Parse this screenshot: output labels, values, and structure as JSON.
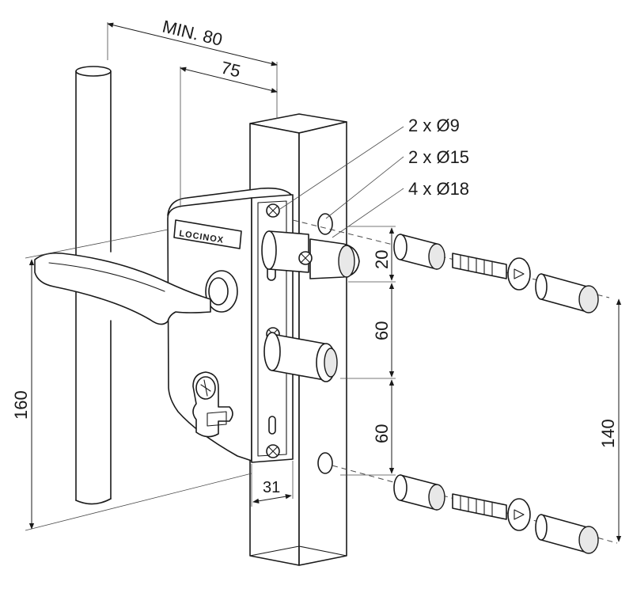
{
  "brand_label": "LOCINOX",
  "dimensions": {
    "min_width": "MIN. 80",
    "width": "75",
    "top_offset": "20",
    "spacing_upper": "60",
    "spacing_lower": "60",
    "total_height": "160",
    "bolt_spacing": "140",
    "bottom_offset": "31"
  },
  "hole_labels": {
    "small": "2 x Ø9",
    "medium": "2 x Ø15",
    "large": "4 x Ø18"
  }
}
